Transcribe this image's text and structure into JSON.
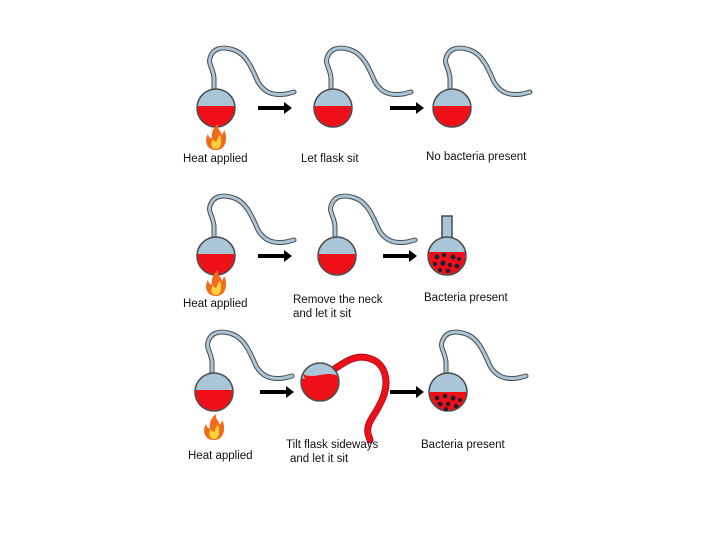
{
  "rows": [
    {
      "captions": [
        "Heat applied",
        "Let flask sit",
        "No bacteria present"
      ]
    },
    {
      "captions": [
        "Heat applied",
        "Remove the neck",
        "and let it sit",
        "Bacteria present"
      ]
    },
    {
      "captions": [
        "Heat applied",
        "Tilt flask sideways",
        "and let it sit",
        "Bacteria present"
      ]
    }
  ],
  "colors": {
    "broth": "#ee0f18",
    "glass": "#a9c5d8",
    "glass_outline": "#4a4a4a",
    "arrow": "#000000",
    "flame_outer": "#f26a1b",
    "flame_inner": "#ffd23c",
    "bacteria": "#1f1f2e"
  },
  "icons": [
    "flame-icon",
    "arrow-right-icon",
    "swan-neck-flask-icon",
    "bacteria-dot-icon"
  ]
}
